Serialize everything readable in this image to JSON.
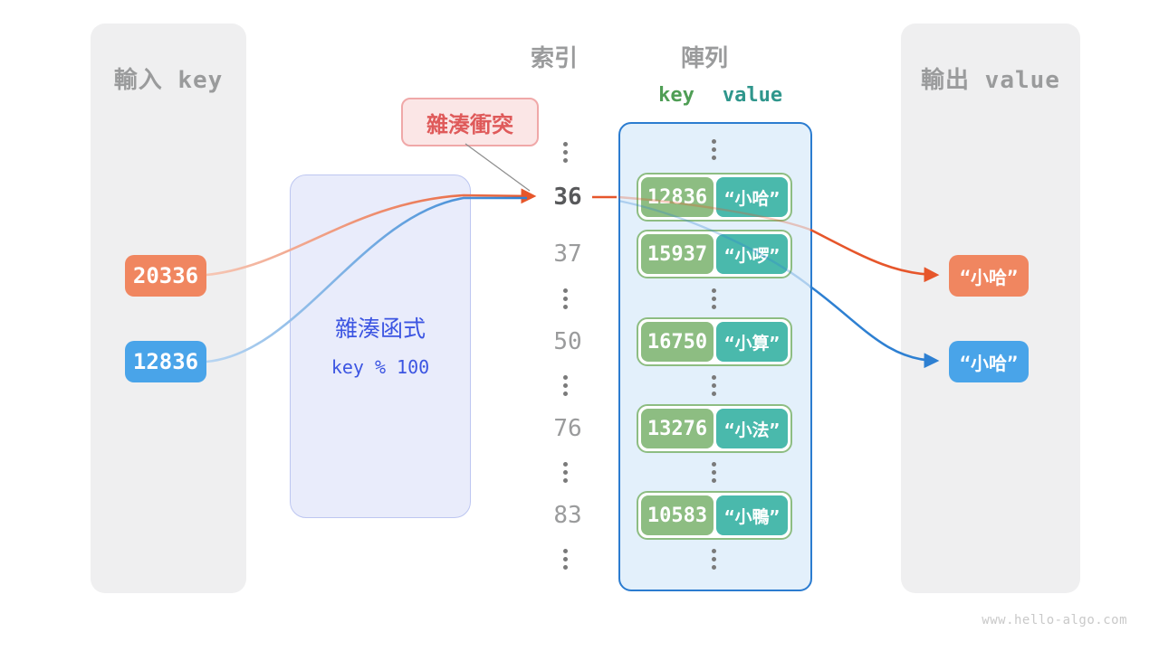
{
  "watermark": "www.hello-algo.com",
  "input_panel": {
    "title": "輸入 key",
    "keys": [
      "20336",
      "12836"
    ]
  },
  "hash_box": {
    "title": "雜湊函式",
    "formula": "key % 100"
  },
  "collision_badge": {
    "label": "雜湊衝突"
  },
  "index_column": {
    "title": "索引",
    "indices": [
      "36",
      "37",
      "50",
      "76",
      "83"
    ],
    "highlighted_index": "36"
  },
  "array_panel": {
    "title": "陣列",
    "key_header": "key",
    "value_header": "value",
    "pairs": [
      {
        "key": "12836",
        "value": "“小哈”"
      },
      {
        "key": "15937",
        "value": "“小啰”"
      },
      {
        "key": "16750",
        "value": "“小算”"
      },
      {
        "key": "13276",
        "value": "“小法”"
      },
      {
        "key": "10583",
        "value": "“小鴨”"
      }
    ]
  },
  "output_panel": {
    "title": "輸出 value",
    "values": [
      "“小哈”",
      "“小哈”"
    ]
  },
  "colors": {
    "orange_box": "#f08660",
    "orange_line": "#e6562b",
    "blue_box": "#49a4e9",
    "blue_line": "#2e80d2",
    "key_green": "#8dbd82",
    "value_teal": "#4ab9ac",
    "array_border": "#2b7cd0",
    "array_bg": "#e3f0fb",
    "hash_text": "#3c55e2",
    "badge_text": "#df5a5a",
    "panel_gray": "#efeff0"
  }
}
